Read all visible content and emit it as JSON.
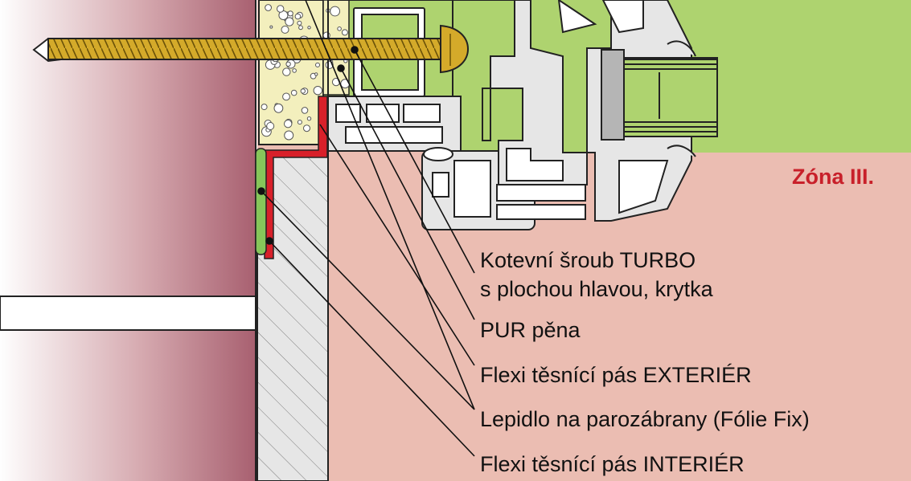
{
  "zone_label": "Zóna III.",
  "callouts": {
    "screw": {
      "line1": "Kotevní šroub TURBO",
      "line2": "s plochou hlavou, krytka"
    },
    "foam": "PUR pěna",
    "tape_exterior": "Flexi těsnící pás EXTERIÉR",
    "adhesive": "Lepidlo na parozábrany (Fólie Fix)",
    "tape_interior": "Flexi těsnící pás INTERIÉR"
  },
  "colors": {
    "exterior_zone": "#aed36f",
    "interior_zone": "#ebbdb2",
    "wall": "#c89098",
    "foam": "#f3efbd",
    "screw": "#d4aa2a",
    "tape_red": "#d8202a",
    "adhesive_green": "#86c65a",
    "profile": "#e6e6e6",
    "zone_text": "#c8202a"
  }
}
